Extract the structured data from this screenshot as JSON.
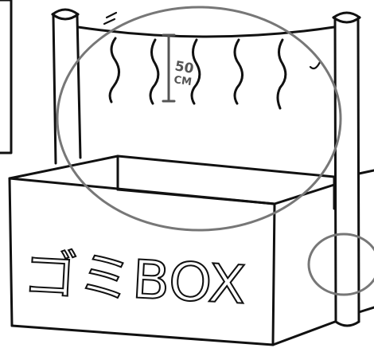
{
  "sketch": {
    "box_label": "ゴミBOX",
    "measure_number": "50",
    "measure_unit": "CM"
  },
  "colors": {
    "ink": "#111111",
    "highlight_circle": "#777777",
    "measure": "#555555",
    "background": "#ffffff"
  }
}
